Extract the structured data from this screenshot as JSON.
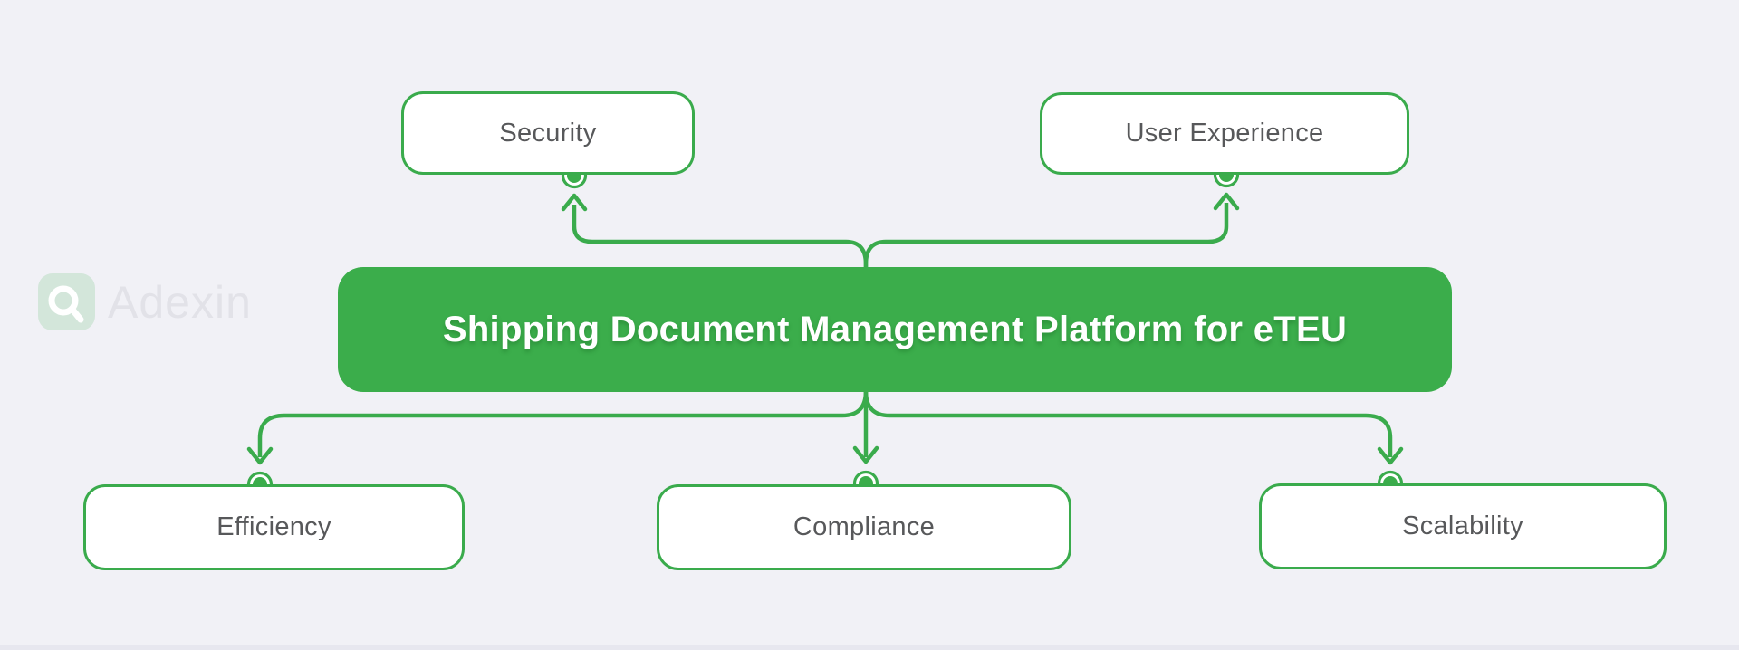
{
  "page": {
    "background_color": "#f1f1f6",
    "bottom_strip_color": "#e7e7ef"
  },
  "watermark": {
    "brand_text": "Adexin",
    "badge_color": "rgba(59,173,75,0.16)",
    "glyph_color": "#ffffff",
    "text_color": "#e2e2e8"
  },
  "diagram": {
    "colors": {
      "green_fill": "#3bad4b",
      "green_stroke": "#3aab4c",
      "node_text": "#57585a",
      "node_fill": "#ffffff",
      "center_text": "#ffffff"
    },
    "center_node": {
      "label": "Shipping Document Management Platform for eTEU"
    },
    "top_nodes": [
      {
        "label": "Security"
      },
      {
        "label": "User Experience"
      }
    ],
    "bottom_nodes": [
      {
        "label": "Efficiency"
      },
      {
        "label": "Compliance"
      },
      {
        "label": "Scalability"
      }
    ]
  }
}
